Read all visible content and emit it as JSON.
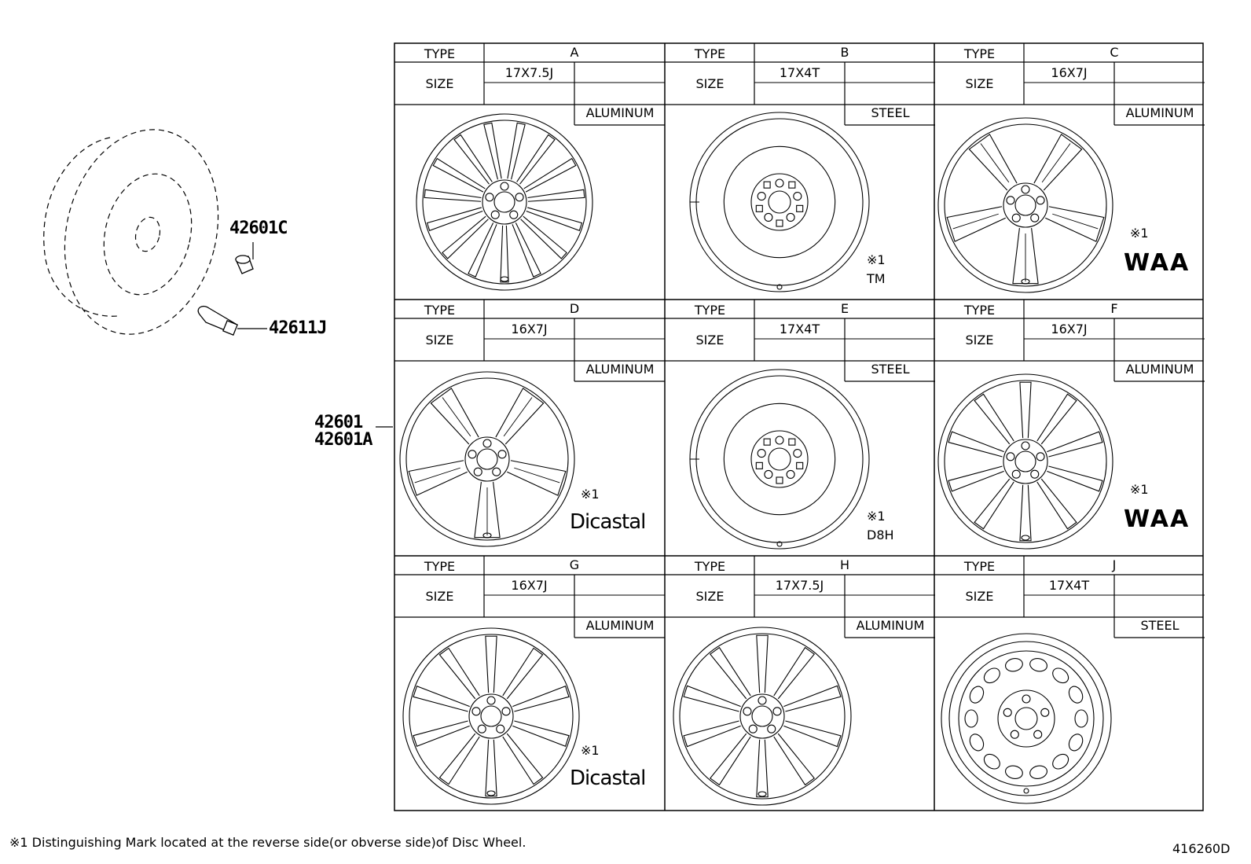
{
  "parts": {
    "hub_nut": "42601C",
    "valve": "42611J",
    "wheel_1": "42601",
    "wheel_2": "42601A"
  },
  "table": {
    "type_label": "TYPE",
    "size_label": "SIZE",
    "cells": [
      {
        "type": "A",
        "size": "17X7.5J",
        "material": "ALUMINUM",
        "mark": "",
        "maker": "",
        "design": "multi-spoke"
      },
      {
        "type": "B",
        "size": "17X4T",
        "material": "STEEL",
        "mark": "※1",
        "maker": "TM",
        "design": "spare"
      },
      {
        "type": "C",
        "size": "16X7J",
        "material": "ALUMINUM",
        "mark": "※1",
        "maker": "WAA",
        "design": "five-spoke"
      },
      {
        "type": "D",
        "size": "16X7J",
        "material": "ALUMINUM",
        "mark": "※1",
        "maker": "Dicastal",
        "design": "five-spoke"
      },
      {
        "type": "E",
        "size": "17X4T",
        "material": "STEEL",
        "mark": "※1",
        "maker": "D8H",
        "design": "spare"
      },
      {
        "type": "F",
        "size": "16X7J",
        "material": "ALUMINUM",
        "mark": "※1",
        "maker": "WAA",
        "design": "split-spoke"
      },
      {
        "type": "G",
        "size": "16X7J",
        "material": "ALUMINUM",
        "mark": "※1",
        "maker": "Dicastal",
        "design": "split-spoke"
      },
      {
        "type": "H",
        "size": "17X7.5J",
        "material": "ALUMINUM",
        "mark": "",
        "maker": "",
        "design": "split-spoke"
      },
      {
        "type": "J",
        "size": "17X4T",
        "material": "STEEL",
        "mark": "",
        "maker": "",
        "design": "steel"
      }
    ]
  },
  "footnote": "※1 Distinguishing Mark located at the reverse side(or obverse side)of Disc Wheel.",
  "drawing_number": "416260D"
}
